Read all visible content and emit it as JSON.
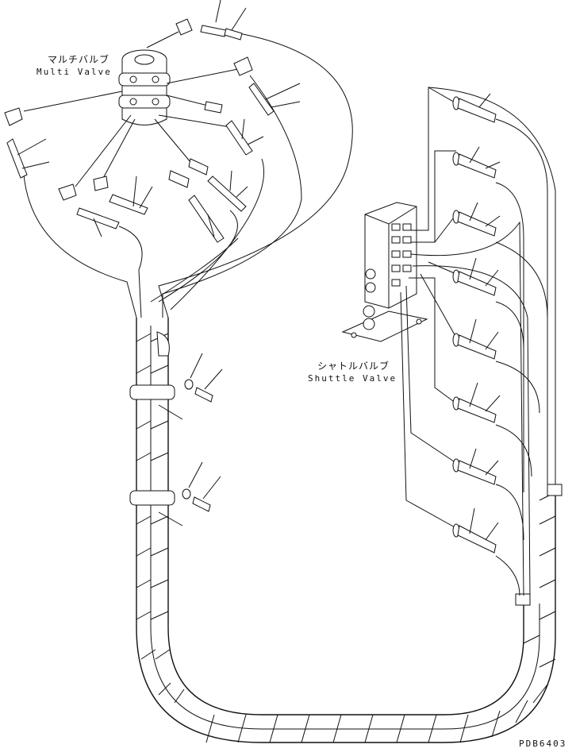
{
  "labels": {
    "multi_valve_jp": "マルチバルブ",
    "multi_valve_en": "Multi Valve",
    "shuttle_valve_jp": "シャトルバルブ",
    "shuttle_valve_en": "Shuttle Valve",
    "drawing_code": "PDB6403"
  },
  "colors": {
    "line": "#111111",
    "background": "#ffffff"
  }
}
